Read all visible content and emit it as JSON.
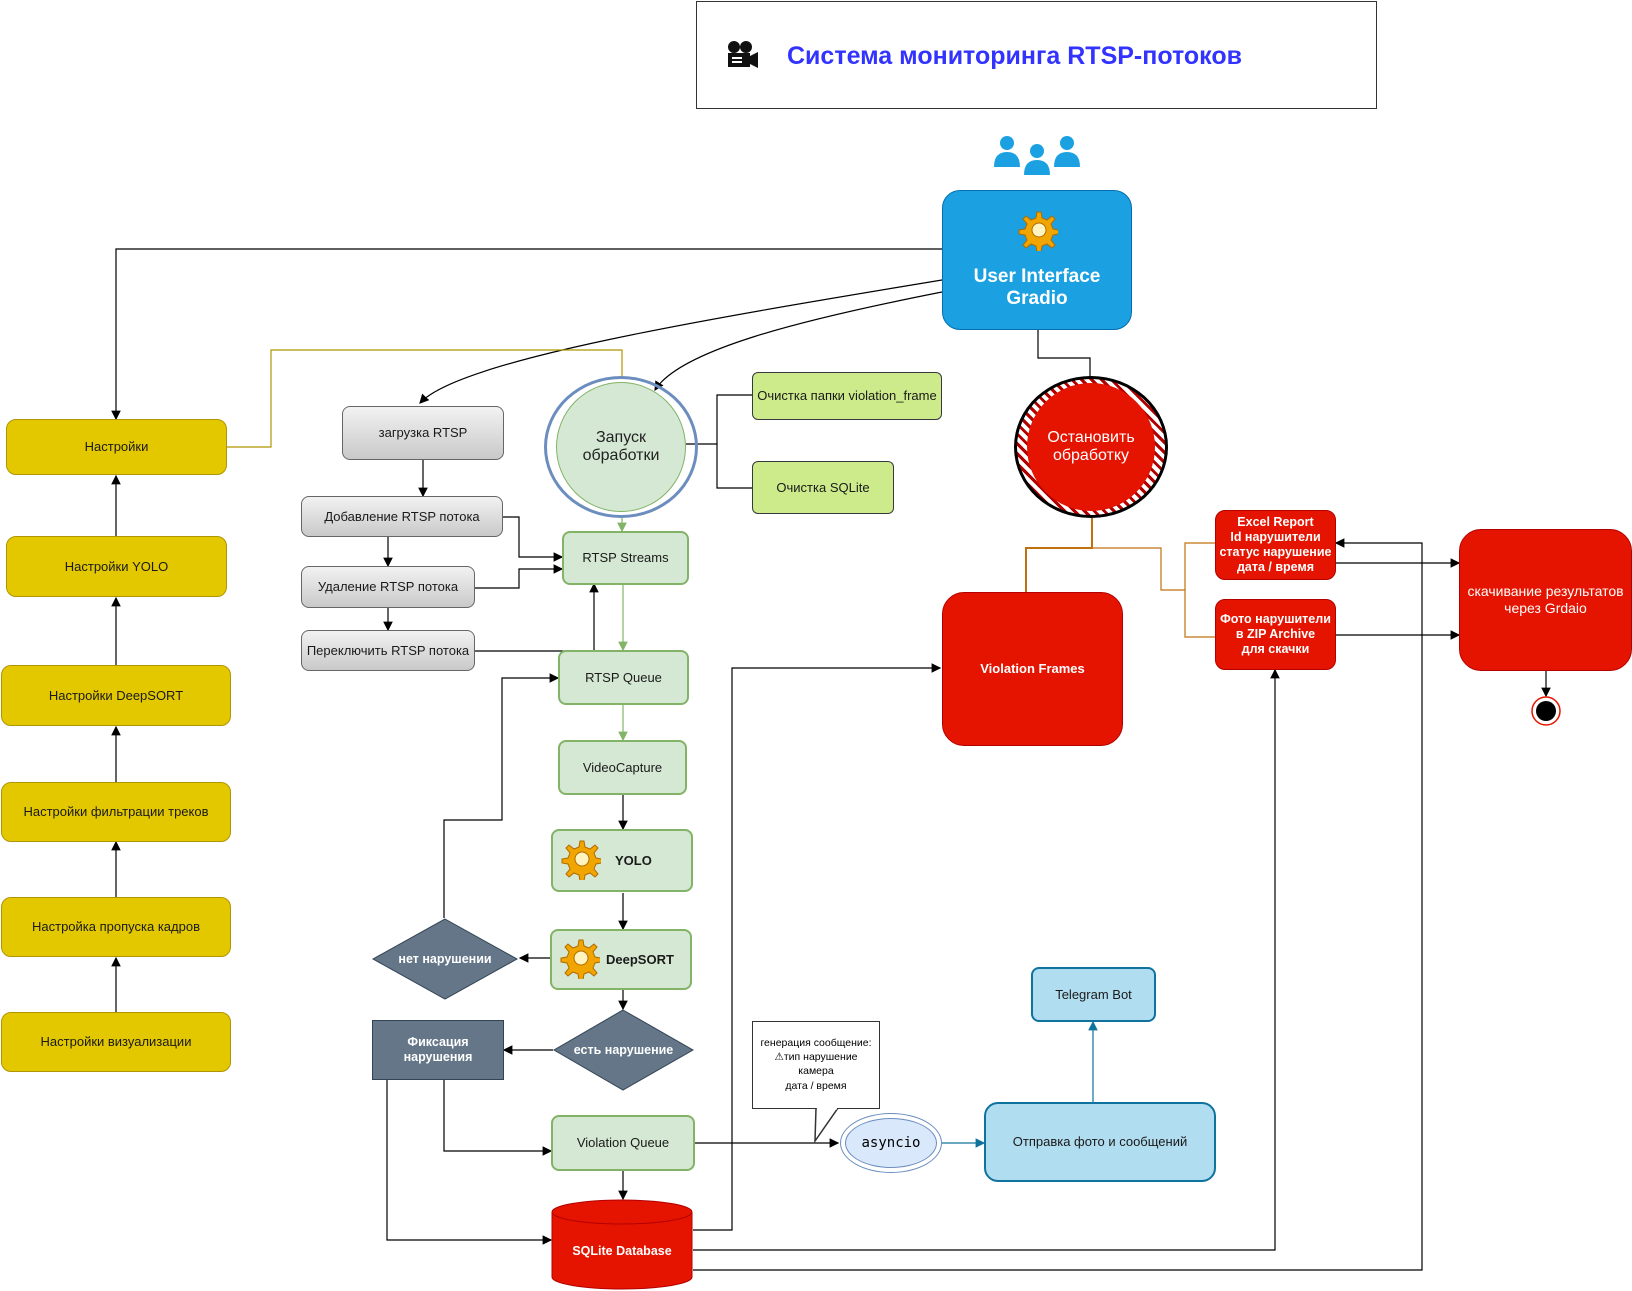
{
  "title": "Система мониторинга RTSP-потоков",
  "ui": {
    "line1": "User Interface",
    "line2": "Gradio"
  },
  "settings": {
    "main": "Настройки",
    "yolo": "Настройки YOLO",
    "deepsort": "Настройки DeepSORT",
    "filter": "Настройки фильтрации треков",
    "skip": "Настройка пропуска кадров",
    "vis": "Настройки визуализации"
  },
  "rtsp": {
    "load": "загрузка RTSP",
    "add": "Добавление RTSP потока",
    "del": "Удаление RTSP потока",
    "switch": "Переключить RTSP потока"
  },
  "start": {
    "line1": "Запуск",
    "line2": "обработки"
  },
  "stop": {
    "line1": "Остановить",
    "line2": "обработку"
  },
  "clean": {
    "folder": "Очистка папки violation_frame",
    "sqlite": "Очистка SQLite"
  },
  "pipeline": {
    "streams": "RTSP Streams",
    "queue": "RTSP Queue",
    "capture": "VideoCapture",
    "yolo": "YOLO",
    "deepsort": "DeepSORT",
    "no_violation": "нет нарушении",
    "has_violation": "есть нарушение",
    "fix": "Фиксация нарушения",
    "vqueue": "Violation Queue",
    "db": "SQLite Database"
  },
  "frames": "Violation Frames",
  "excel": [
    "Excel Report",
    "Id нарушители",
    "статус нарушение",
    "дата / время"
  ],
  "photo": [
    "Фото нарушители",
    "в ZIP Archive",
    "для скачки"
  ],
  "download": [
    "скачивание результатов",
    "через Grdaio"
  ],
  "telegram": "Telegram Bot",
  "send": "Отправка фото и сообщений",
  "asyncio": "asyncio",
  "callout": [
    "генерация сообщение:",
    "⚠тип нарушение",
    "камера",
    "дата / время"
  ],
  "colors": {
    "title": "#3333ff",
    "ui": "#1ba1e2",
    "yellow": "#e3c800",
    "red": "#e51400",
    "green": "#d5e8d4",
    "blue": "#b1ddf0",
    "slate": "#647687"
  }
}
